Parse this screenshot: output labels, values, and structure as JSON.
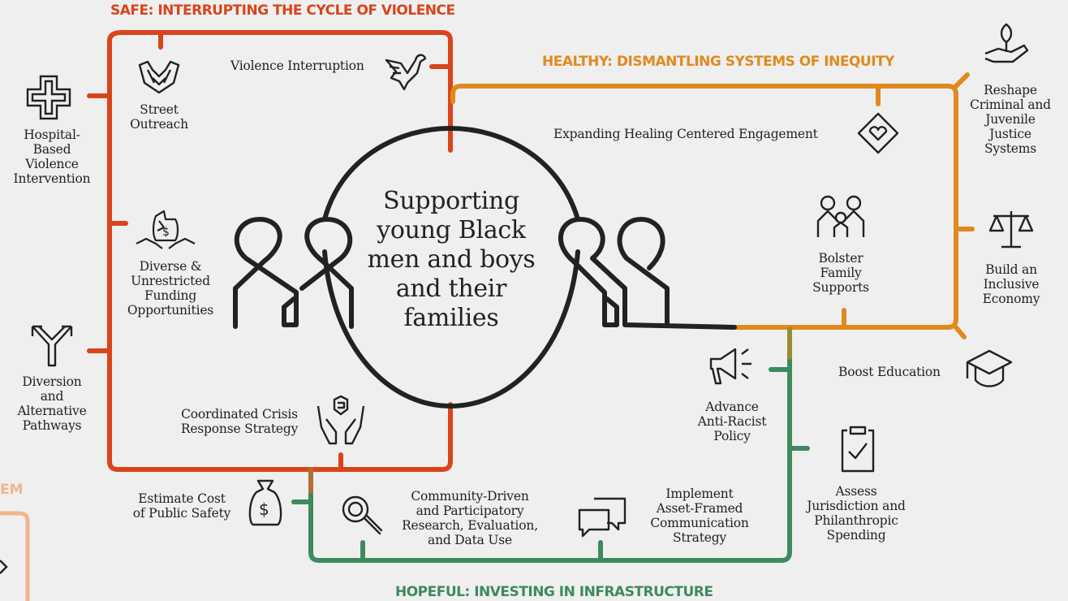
{
  "headings": {
    "safe": "SAFE: INTERRUPTING THE CYCLE OF VIOLENCE",
    "healthy": "HEALTHY: DISMANTLING SYSTEMS OF INEQUITY",
    "hopeful": "HOPEFUL: INVESTING IN INFRASTRUCTURE",
    "partial_left": "EM"
  },
  "center": {
    "lines": [
      "Supporting",
      "young Black",
      "men and boys",
      "and their",
      "families"
    ]
  },
  "labels": {
    "violence_interruption": "Violence Interruption",
    "street_outreach": [
      "Street",
      "Outreach"
    ],
    "hospital_based": [
      "Hospital-",
      "Based",
      "Violence",
      "Intervention"
    ],
    "diverse_funding": [
      "Diverse &",
      "Unrestricted",
      "Funding",
      "Opportunities"
    ],
    "diversion": [
      "Diversion",
      "and",
      "Alternative",
      "Pathways"
    ],
    "coordinated_crisis": [
      "Coordinated Crisis",
      "Response Strategy"
    ],
    "estimate_cost": [
      "Estimate Cost",
      "of Public Safety"
    ],
    "community_driven": [
      "Community-Driven",
      "and Participatory",
      "Research, Evaluation,",
      "and Data Use"
    ],
    "implement_asset": [
      "Implement",
      "Asset-Framed",
      "Communication",
      "Strategy"
    ],
    "assess_jurisdiction": [
      "Assess",
      "Jurisdiction and",
      "Philanthropic",
      "Spending"
    ],
    "advance_antiracist": [
      "Advance",
      "Anti-Racist",
      "Policy"
    ],
    "boost_education": "Boost Education",
    "bolster_family": [
      "Bolster",
      "Family",
      "Supports"
    ],
    "expanding_healing": "Expanding Healing Centered Engagement",
    "reshape_criminal": [
      "Reshape",
      "Criminal and",
      "Juvenile",
      "Justice",
      "Systems"
    ],
    "build_inclusive": [
      "Build an",
      "Inclusive",
      "Economy"
    ]
  },
  "colors": {
    "safe": "#d9441a",
    "healthy": "#e08a1e",
    "hopeful": "#3e8a5e",
    "center": "#222222",
    "partial": "#f2b48f"
  },
  "icons": [
    "helping-hands-icon",
    "dove-icon",
    "hospital-cross-icon",
    "money-bag-hands-icon",
    "diverging-arrows-icon",
    "hands-care-icon",
    "money-bag-icon",
    "magnifier-icon",
    "chat-bubbles-icon",
    "clipboard-check-icon",
    "megaphone-icon",
    "graduation-cap-icon",
    "family-icon",
    "diamond-heart-icon",
    "plant-hand-icon",
    "scales-icon"
  ]
}
